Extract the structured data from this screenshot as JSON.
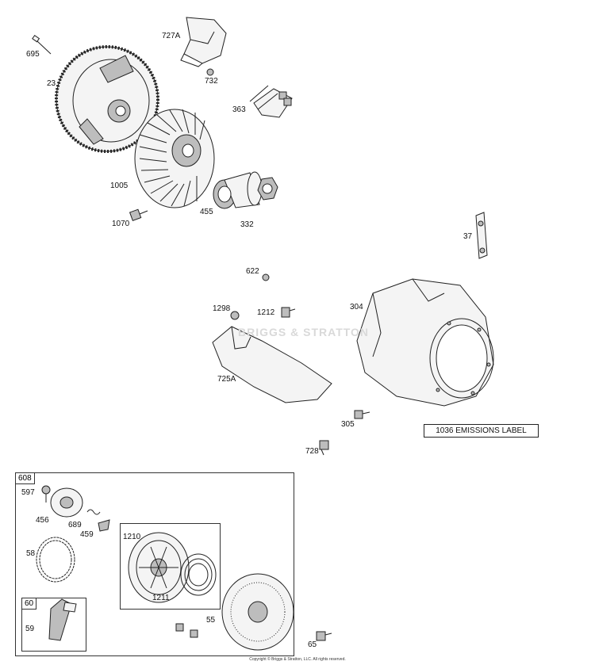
{
  "watermark": "BRIGGS & STRATTON",
  "emissions_label": "1036 EMISSIONS LABEL",
  "copyright": "Copyright © Briggs & Stratton, LLC. All rights reserved.",
  "kits": {
    "starter_kit": "608",
    "handle_kit": "60"
  },
  "callouts": {
    "p695": "695",
    "p23": "23",
    "p727a": "727A",
    "p732": "732",
    "p363": "363",
    "p1005": "1005",
    "p1070": "1070",
    "p455": "455",
    "p332": "332",
    "p37": "37",
    "p622": "622",
    "p1298": "1298",
    "p1212": "1212",
    "p304": "304",
    "p725a": "725A",
    "p305": "305",
    "p728": "728",
    "p597": "597",
    "p456": "456",
    "p689": "689",
    "p459": "459",
    "p58": "58",
    "p1210": "1210",
    "p1211": "1211",
    "p55": "55",
    "p59": "59",
    "p65": "65"
  }
}
